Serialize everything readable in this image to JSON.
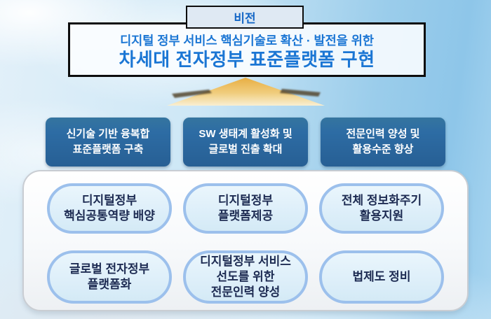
{
  "vision": {
    "label": "비전"
  },
  "title": {
    "line1": "디지털 정부 서비스 핵심기술로 확산 · 발전을 위한",
    "line2": "차세대 전자정부 표준플랫폼 구현"
  },
  "strategies": [
    {
      "line1": "신기술 기반 융복합",
      "line2": "표준플랫폼 구축"
    },
    {
      "line1": "SW 생태계 활성화 및",
      "line2": "글로벌 진출 확대"
    },
    {
      "line1": "전문인력 양성 및",
      "line2": "활용수준 향상"
    }
  ],
  "tasks": [
    {
      "line1": "디지털정부",
      "line2": "핵심공통역량 배양"
    },
    {
      "line1": "디지털정부",
      "line2": "플랫폼제공"
    },
    {
      "line1": "전체 정보화주기",
      "line2": "활용지원"
    },
    {
      "line1": "글로벌 전자정부",
      "line2": "플랫폼화"
    },
    {
      "line1": "디지털정부 서비스",
      "line2": "선도를 위한",
      "line3": "전문인력 양성"
    },
    {
      "line1": "법제도 정비"
    }
  ],
  "colors": {
    "title_text": "#1b76d4",
    "vision_text": "#1567c6",
    "vision_bg": "#dfe9f3",
    "box_border": "#0d0d0d",
    "strategy_bg": "#2d6ca4",
    "strategy_text": "#ffffff",
    "pill_bg": "#e0f0fa",
    "pill_border": "#9cc0ec",
    "pill_text": "#1d2b52",
    "panel_border": "#c9cdd3",
    "arrow_gold_top": "#e8ae42",
    "arrow_gold_bottom": "#f9efd2"
  }
}
